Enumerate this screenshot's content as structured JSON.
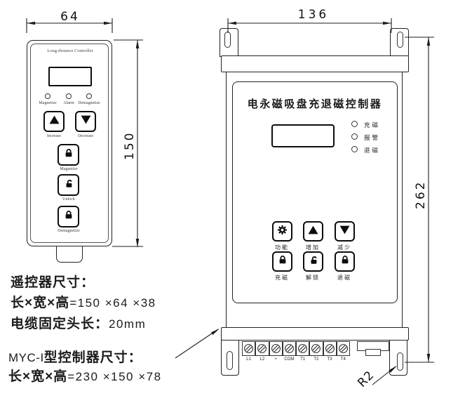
{
  "colors": {
    "line": "#1c1c1c",
    "background": "#ffffff"
  },
  "remote": {
    "width_dim": "64",
    "height_dim": "150",
    "brand": "Long-distance Controller",
    "lights": [
      {
        "icon": "indicator-light",
        "label": "Magnetize"
      },
      {
        "icon": "indicator-light",
        "label": "Alarm"
      },
      {
        "icon": "indicator-light",
        "label": "Demagnetize"
      }
    ],
    "arrow_buttons": [
      {
        "icon": "up-arrow",
        "label": "Increase"
      },
      {
        "icon": "down-arrow",
        "label": "Decrease"
      }
    ],
    "lock_buttons": [
      {
        "icon": "lock",
        "label": "Magnetize"
      },
      {
        "icon": "unlock",
        "label": "Unlock"
      },
      {
        "icon": "lock",
        "label": "Demagnetize"
      }
    ]
  },
  "controller": {
    "width_dim": "136",
    "height_dim": "262",
    "corner_radius": "R2",
    "panel_title": "电永磁吸盘充退磁控制器",
    "lights": [
      {
        "icon": "indicator-light",
        "label": "充磁"
      },
      {
        "icon": "indicator-light",
        "label": "报警"
      },
      {
        "icon": "indicator-light",
        "label": "退磁"
      }
    ],
    "buttons_row1": [
      {
        "icon": "gear",
        "label": "功能"
      },
      {
        "icon": "up-arrow",
        "label": "增加"
      },
      {
        "icon": "down-arrow",
        "label": "减少"
      }
    ],
    "buttons_row2": [
      {
        "icon": "lock",
        "label": "充磁"
      },
      {
        "icon": "unlock",
        "label": "解锁"
      },
      {
        "icon": "lock",
        "label": "退磁"
      }
    ],
    "terminals": [
      "L1",
      "L2",
      "+",
      "COM",
      "T1",
      "T2",
      "T3",
      "T4"
    ]
  },
  "notes": {
    "remote_heading": "遥控器尺寸：",
    "size_label": "长×宽×高",
    "remote_size_value": "=150 ×64 ×38",
    "cable_label": "电缆固定头长：",
    "cable_value": "20mm",
    "controller_model": "MYC-I",
    "controller_heading_rest": "型控制器尺寸：",
    "controller_size_value": "=230 ×150 ×78"
  }
}
